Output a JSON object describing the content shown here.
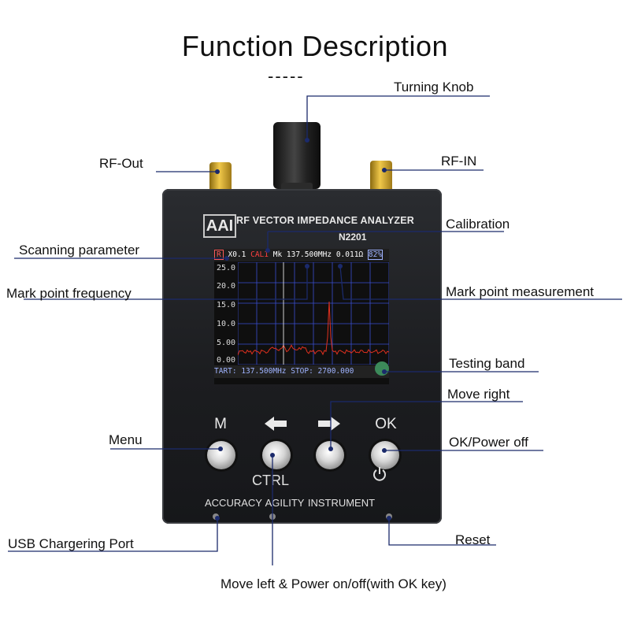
{
  "title": "Function Description",
  "title_dash": "-----",
  "device": {
    "brand": "AAI",
    "name": "RF VECTOR IMPEDANCE ANALYZER",
    "model": "N2201",
    "screen": {
      "header_r": "R",
      "header_x": "X0.1",
      "header_cal": "CAL1",
      "header_mk": "Mk 137.500MHz",
      "header_val": "0.011Ω",
      "header_batt": "82%",
      "footer": "TART:  137.500MHz STOP:  2700.000",
      "y_ticks": [
        "25.0",
        "20.0",
        "15.0",
        "10.0",
        "5.00",
        "0.00"
      ],
      "trace_color": "#e0301e",
      "grid_color": "#3a4fd0"
    },
    "buttons": {
      "m_label": "M",
      "ok_label": "OK",
      "ctrl": "CTRL",
      "bottom_text": "ACCURACY  AGILITY  INSTRUMENT"
    }
  },
  "labels": {
    "turning_knob": "Turning Knob",
    "rf_out": "RF-Out",
    "rf_in": "RF-IN",
    "calibration": "Calibration",
    "scanning_parameter": "Scanning parameter",
    "mark_point_frequency": "Mark point frequency",
    "mark_point_measurement": "Mark point measurement",
    "testing_band": "Testing band",
    "move_right": "Move right",
    "menu": "Menu",
    "ok_power_off": "OK/Power off",
    "usb_port": "USB Chargering Port",
    "reset": "Reset",
    "move_left": "Move left & Power on/off(with OK key)"
  }
}
